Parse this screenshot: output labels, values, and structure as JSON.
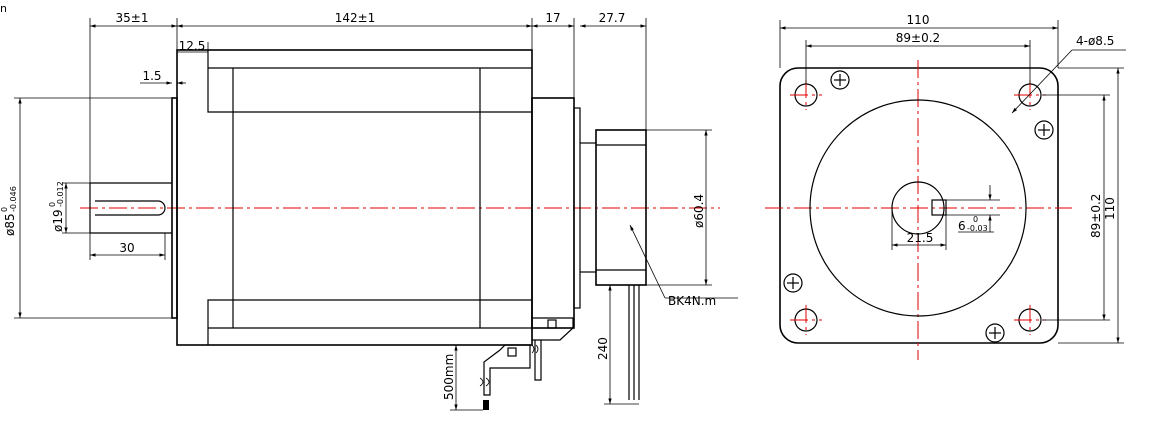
{
  "corner_mark": "n",
  "side_view": {
    "dim_shaft_length": "35±1",
    "dim_body_length": "142±1",
    "dim_flange_thickness": "12.5",
    "dim_pilot_step": "1.5",
    "dim_brake_spacer": "17",
    "dim_brake_length": "27.7",
    "dim_key_length": "30",
    "dim_pilot_diameter_base": "ø85",
    "dim_pilot_diameter_tol_upper": "0",
    "dim_pilot_diameter_tol_lower": "-0.046",
    "dim_shaft_diameter_base": "ø19",
    "dim_shaft_diameter_tol_upper": "0",
    "dim_shaft_diameter_tol_lower": "-0.012",
    "dim_brake_diameter": "ø60.4",
    "brake_callout": "BK4N.m",
    "dim_motor_lead_length": "500mm",
    "dim_brake_lead_length": "240"
  },
  "front_view": {
    "dim_width": "110",
    "dim_bolt_spacing_h": "89±0.2",
    "dim_holes": "4-ø8.5",
    "dim_bolt_spacing_v": "89±0.2",
    "dim_height": "110",
    "dim_key_height": "21.5",
    "dim_key_width_base": "6",
    "dim_key_width_tol_upper": "0",
    "dim_key_width_tol_lower": "-0.03"
  },
  "colors": {
    "line": "#000000",
    "centerline": "#e00000",
    "background": "#ffffff"
  }
}
